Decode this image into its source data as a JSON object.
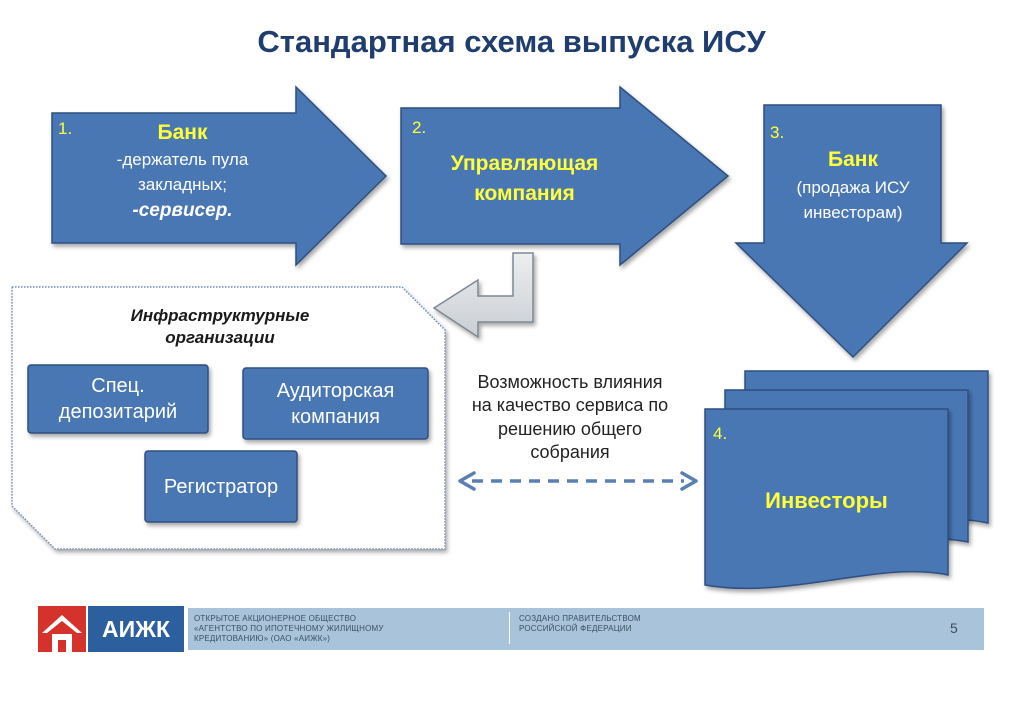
{
  "title": "Стандартная схема выпуска ИСУ",
  "step1": {
    "number": "1.",
    "heading": "Банк",
    "line1": "-держатель пула",
    "line2": "закладных;",
    "line3": "-сервисер."
  },
  "step2": {
    "number": "2.",
    "line1": "Управляющая",
    "line2": "компания"
  },
  "step3": {
    "number": "3.",
    "heading": "Банк",
    "line1": "(продажа ИСУ",
    "line2": "инвесторам)"
  },
  "step4": {
    "number": "4.",
    "heading": "Инвесторы"
  },
  "infrastructure": {
    "heading_line1": "Инфраструктурные",
    "heading_line2": "организации",
    "depositary_line1": "Спец.",
    "depositary_line2": "депозитарий",
    "audit_line1": "Аудиторская",
    "audit_line2": "компания",
    "registrar": "Регистратор"
  },
  "influence_text": {
    "line1": "Возможность влияния",
    "line2": "на качество сервиса по",
    "line3": "решению общего",
    "line4": "собрания"
  },
  "footer": {
    "logo_text": "АИЖК",
    "org_line1": "ОТКРЫТОЕ АКЦИОНЕРНОЕ ОБЩЕСТВО",
    "org_line2": "«АГЕНТСТВО ПО ИПОТЕЧНОМУ ЖИЛИЩНОМУ",
    "org_line3": "КРЕДИТОВАНИЮ» (ОАО «АИЖК»)",
    "gov_line1": "СОЗДАНО ПРАВИТЕЛЬСТВОМ",
    "gov_line2": "РОССИЙСКОЙ ФЕДЕРАЦИИ",
    "page_number": "5"
  },
  "colors": {
    "shape_fill": "#4a77b4",
    "shape_stroke": "#2e4f80",
    "title": "#1f3d6e",
    "number_yellow": "#ffff3a",
    "logo_red": "#d6322c",
    "logo_blue": "#2b5f9e",
    "footer_band": "#a9c4da",
    "dashed_arrow": "#5a7fb2"
  }
}
